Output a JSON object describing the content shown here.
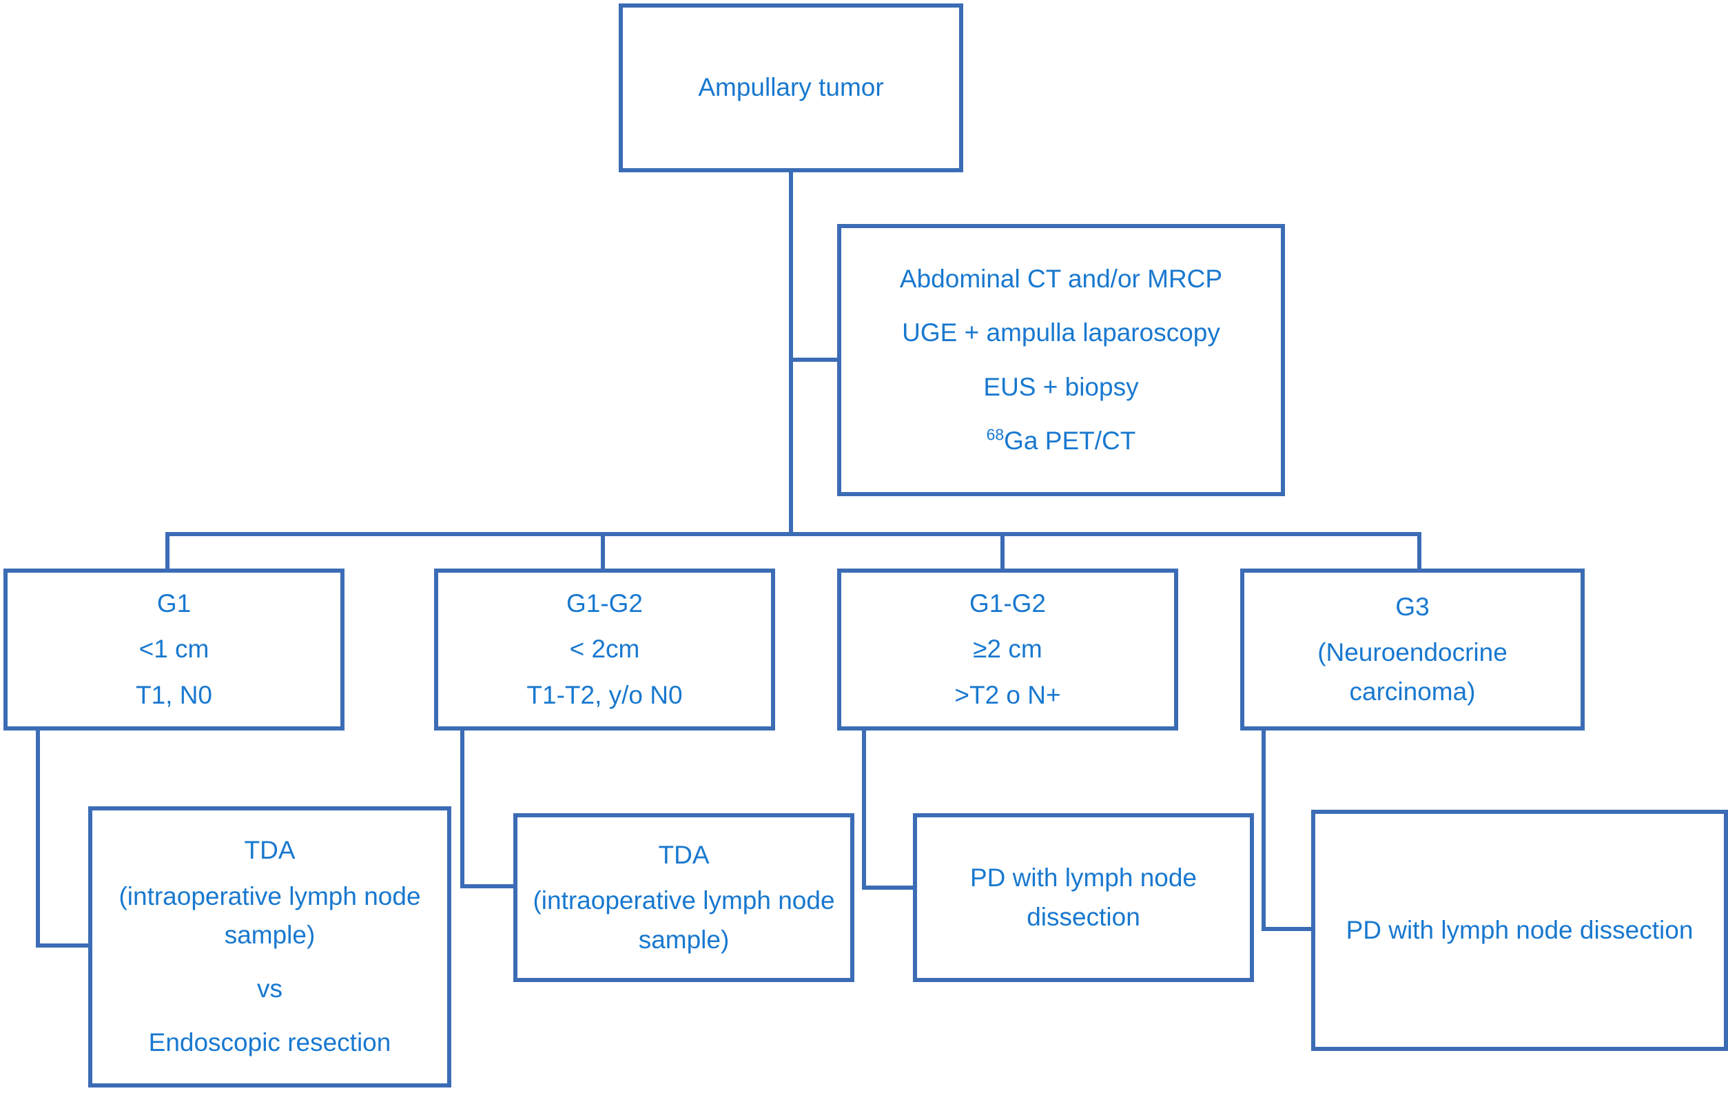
{
  "diagram": {
    "title": "Ampullary tumor management algorithm",
    "accent_color": "#3b6cb5",
    "text_color": "#1878cf",
    "background_color": "#ffffff"
  },
  "nodes": {
    "root": {
      "id": "ampullary-tumor",
      "lines": [
        "Ampullary tumor"
      ]
    },
    "workup": {
      "id": "diagnostic-workup",
      "lines": [
        "Abdominal CT and/or MRCP",
        "UGE + ampulla laparoscopy",
        "EUS + biopsy"
      ],
      "pet_superscript": "68",
      "pet_label": "Ga PET/CT"
    },
    "strata": [
      {
        "id": "stratum-g1",
        "lines": [
          "G1",
          "<1 cm",
          "T1, N0"
        ]
      },
      {
        "id": "stratum-g1-g2-small",
        "lines": [
          "G1-G2",
          "< 2cm",
          "T1-T2, y/o N0"
        ]
      },
      {
        "id": "stratum-g1-g2-large",
        "lines": [
          "G1-G2",
          "≥2 cm",
          ">T2 o N+"
        ]
      },
      {
        "id": "stratum-g3",
        "lines": [
          "G3",
          "(Neuroendocrine",
          "carcinoma)"
        ]
      }
    ],
    "treatments": [
      {
        "id": "treatment-tda-vs-endoscopic",
        "lines": [
          "TDA",
          "(intraoperative lymph node sample)",
          "vs",
          "Endoscopic resection"
        ]
      },
      {
        "id": "treatment-tda",
        "lines": [
          "TDA",
          "(intraoperative lymph node sample)"
        ]
      },
      {
        "id": "treatment-pd-1",
        "lines": [
          "PD with lymph node dissection"
        ]
      },
      {
        "id": "treatment-pd-2",
        "lines": [
          "PD with lymph node dissection"
        ]
      }
    ]
  }
}
